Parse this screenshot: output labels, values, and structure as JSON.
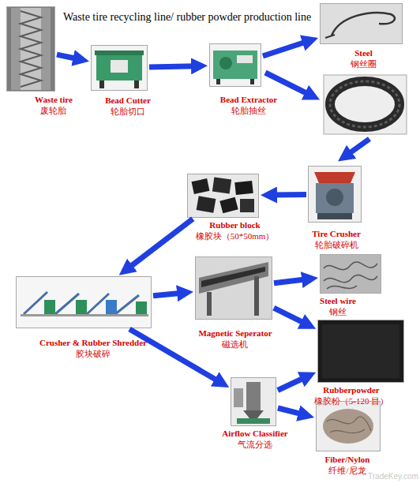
{
  "diagram": {
    "title": "Waste tire recycling line/ rubber powder production line",
    "nodes": [
      {
        "text": [
          "Waste tire",
          "废轮胎"
        ]
      },
      {
        "text": [
          "Bead Cutter",
          "轮胎切口"
        ]
      },
      {
        "text": [
          "Bead Extractor",
          "轮胎抽丝"
        ]
      },
      {
        "text": [
          "Steel",
          "钢丝圈"
        ]
      },
      {
        "text": [
          "Tire Crusher",
          "轮胎破碎机"
        ]
      },
      {
        "text": [
          "Rubber block",
          "橡胶块（50*50mm）"
        ]
      },
      {
        "text": [
          "Crusher & Rubber Shredder",
          "胶块破碎"
        ]
      },
      {
        "text": [
          "Magnetic Seperator",
          "磁选机"
        ]
      },
      {
        "text": [
          "Steel wire",
          "钢丝"
        ]
      },
      {
        "text": [
          "Rubberpowder",
          "橡胶粉（5-120 目）"
        ]
      },
      {
        "text": [
          "Airflow Classifier",
          "气流分选"
        ]
      },
      {
        "text": [
          "Fiber/Nylon",
          "纤维/尼龙"
        ]
      }
    ],
    "edges": [
      {
        "from": 0,
        "to": 1,
        "arrow": "to"
      },
      {
        "from": 1,
        "to": 2,
        "arrow": "to"
      },
      {
        "from": 2,
        "to": 3,
        "arrow": "to"
      },
      {
        "from": 4,
        "to": 5,
        "arrow": "to"
      },
      {
        "from": 5,
        "to": 6,
        "arrow": "to"
      },
      {
        "from": 6,
        "to": 7,
        "arrow": "to"
      },
      {
        "from": 7,
        "to": 8,
        "arrow": "to"
      },
      {
        "from": 7,
        "to": 9,
        "arrow": "to"
      },
      {
        "from": 6,
        "to": 10,
        "arrow": "to"
      },
      {
        "from": 10,
        "to": 9,
        "arrow": "to"
      },
      {
        "from": 10,
        "to": 11,
        "arrow": "to"
      }
    ],
    "labels": [
      "TradeKey.com"
    ]
  }
}
